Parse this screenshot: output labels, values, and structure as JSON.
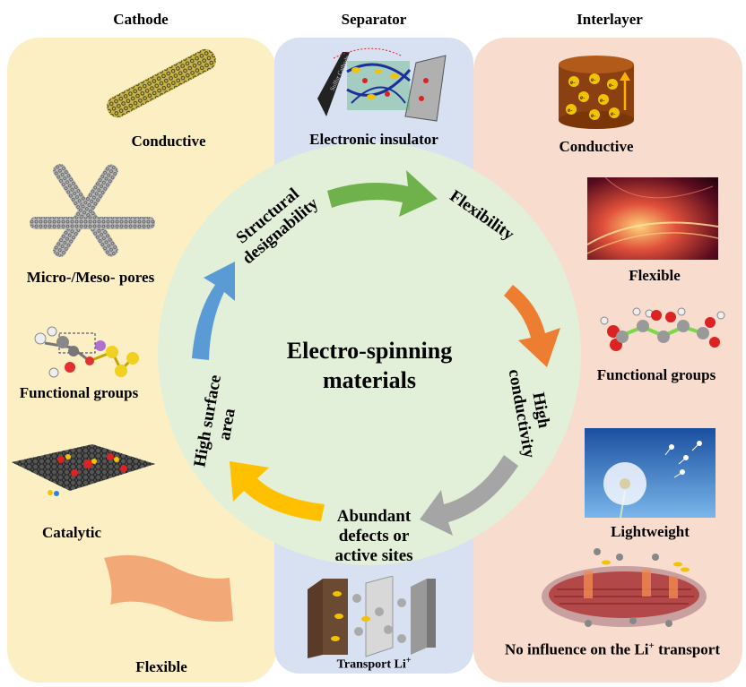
{
  "columns": {
    "cathode": "Cathode",
    "separator": "Separator",
    "interlayer": "Interlayer"
  },
  "cathode_labels": {
    "conductive": "Conductive",
    "pores": "Micro-/Meso- pores",
    "functional": "Functional groups",
    "catalytic": "Catalytic",
    "flexible": "Flexible"
  },
  "separator_labels": {
    "insulator": "Electronic insulator",
    "transport": "Transport Li",
    "transport_sup": "+",
    "sulfur_cathode": "Sulfur Cathode"
  },
  "interlayer_labels": {
    "conductive": "Conductive",
    "flexible": "Flexible",
    "functional": "Functional groups",
    "lightweight": "Lightweight",
    "no_influence_a": "No influence on the Li",
    "no_influence_sup": "+",
    "no_influence_b": " transport",
    "electron": "e-"
  },
  "center": {
    "title_line1": "Electro-spinning",
    "title_line2": "materials"
  },
  "properties": {
    "structural_1": "Structural",
    "structural_2": "designability",
    "flexibility": "Flexibility",
    "conductivity_1": "High",
    "conductivity_2": "conductivity",
    "defects_1": "Abundant",
    "defects_2": "defects or",
    "defects_3": "active sites",
    "surface_1": "High surface",
    "surface_2": "area"
  },
  "colors": {
    "cathode_panel": "#fdefc4",
    "separator_panel": "#d7e1f2",
    "interlayer_panel": "#f8dccd",
    "circle": "#e2efd9",
    "arrow_green": "#6fb14a",
    "arrow_orange": "#ed7d31",
    "arrow_gray": "#a5a5a5",
    "arrow_yellow": "#ffc000",
    "arrow_blue": "#5b9bd5"
  },
  "icons": [
    "nanotube-icon",
    "crossed-tubes-icon",
    "molecule-icon",
    "graphene-sheet-icon",
    "flexible-sheet-icon",
    "separator-3d-icon",
    "cylinder-electrons-icon",
    "abstract-light-icon",
    "dandelion-icon",
    "lithium-transport-icon",
    "battery-layers-icon"
  ]
}
